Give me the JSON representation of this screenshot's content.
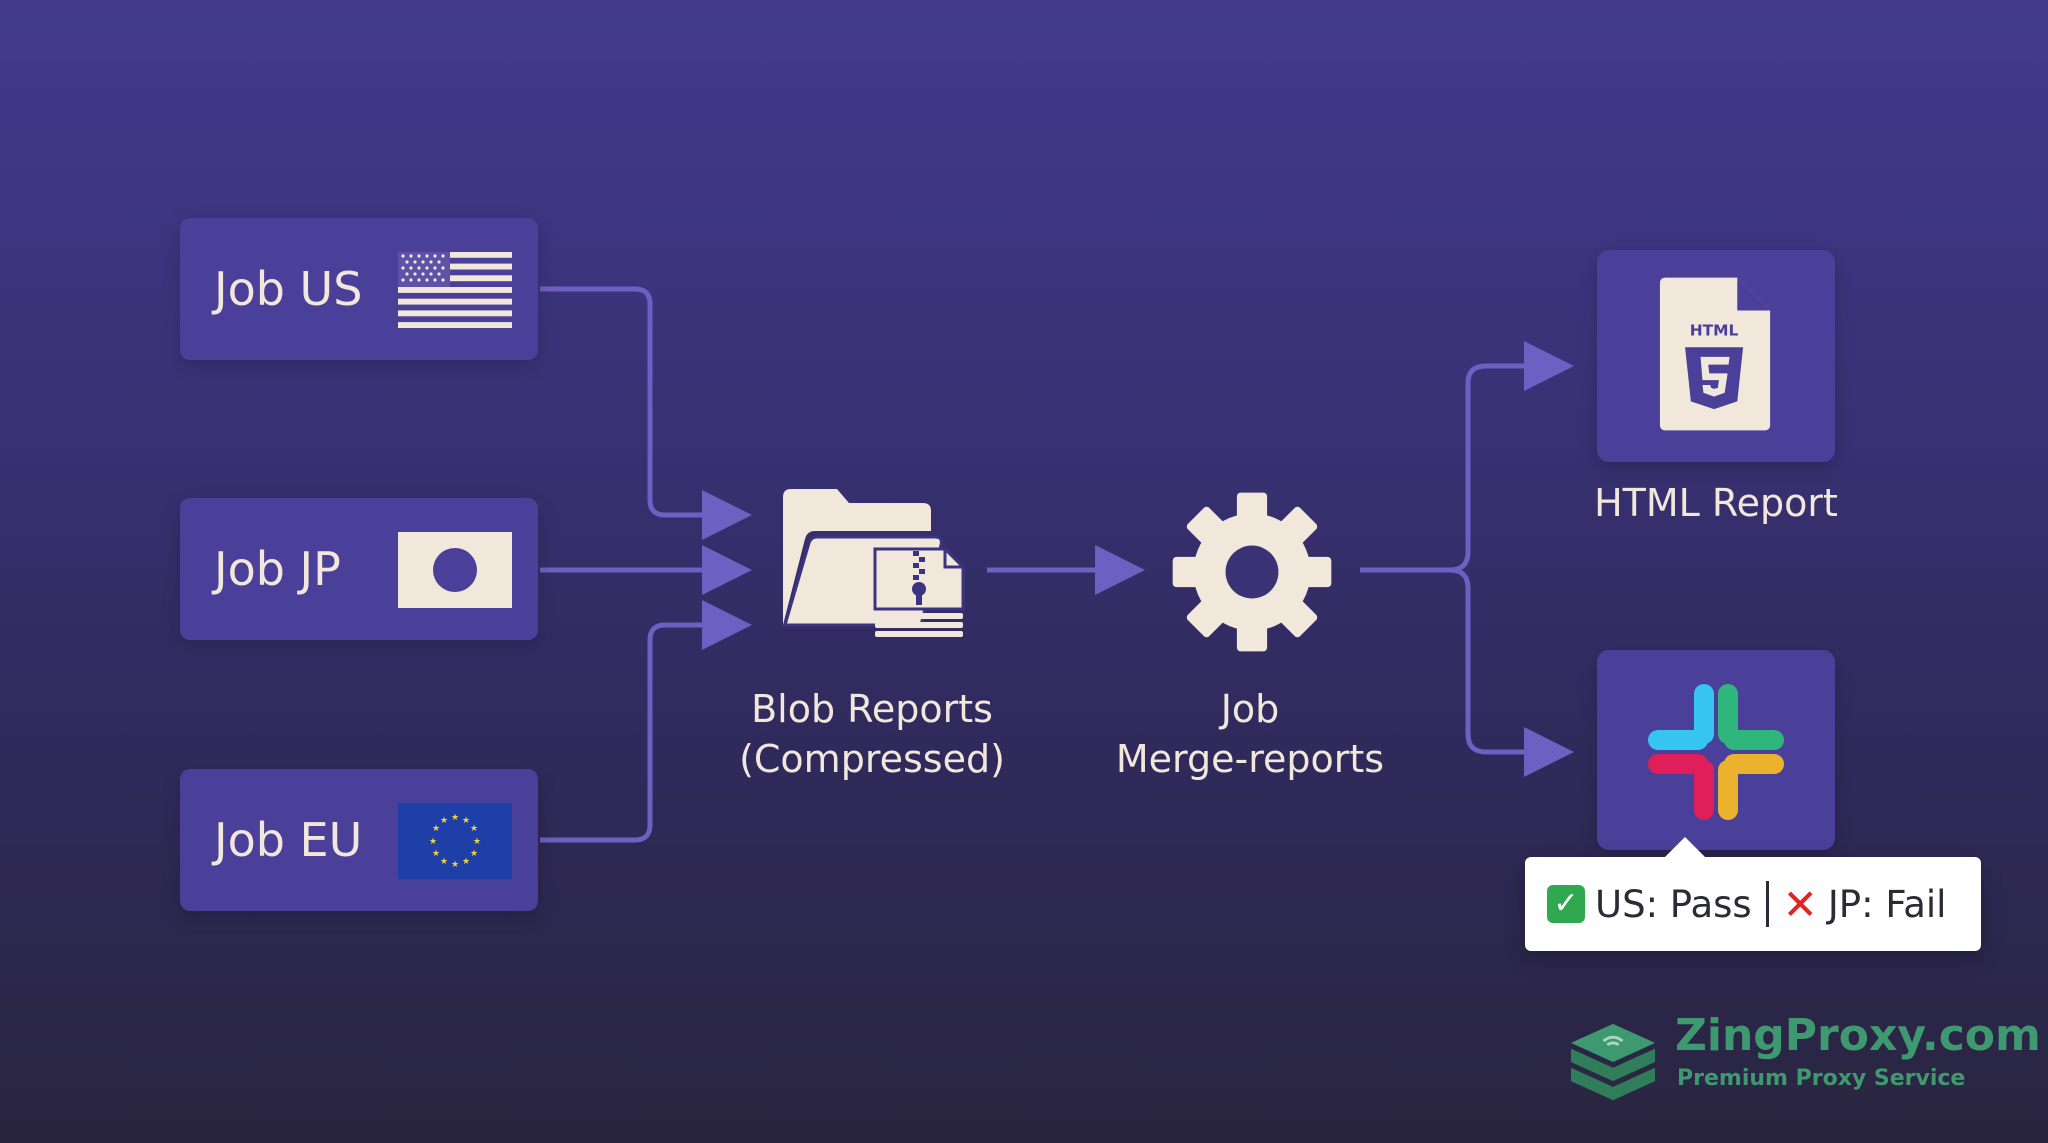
{
  "jobs": [
    {
      "label": "Job US",
      "flag": "us-flag-icon"
    },
    {
      "label": "Job JP",
      "flag": "jp-flag-icon"
    },
    {
      "label": "Job EU",
      "flag": "eu-flag-icon"
    }
  ],
  "blob": {
    "line1": "Blob Reports",
    "line2": "(Compressed)",
    "icon": "zip-folder-icon"
  },
  "merge": {
    "line1": "Job",
    "line2": "Merge-reports",
    "icon": "gear-icon"
  },
  "outputs": {
    "html_report": {
      "label": "HTML Report",
      "icon_text": "HTML",
      "icon": "html5-file-icon"
    },
    "slack": {
      "icon": "slack-icon"
    }
  },
  "notification": {
    "us": "US: Pass",
    "jp": "JP: Fail"
  },
  "watermark": {
    "name": "ZingProxy.com",
    "tagline": "Premium Proxy Service"
  },
  "colors": {
    "box": "#4a3f99",
    "arrow": "#6e5fc2",
    "icon": "#f1e7da",
    "pass": "#2fa84f",
    "fail": "#e02424",
    "brand": "#3f9970"
  }
}
